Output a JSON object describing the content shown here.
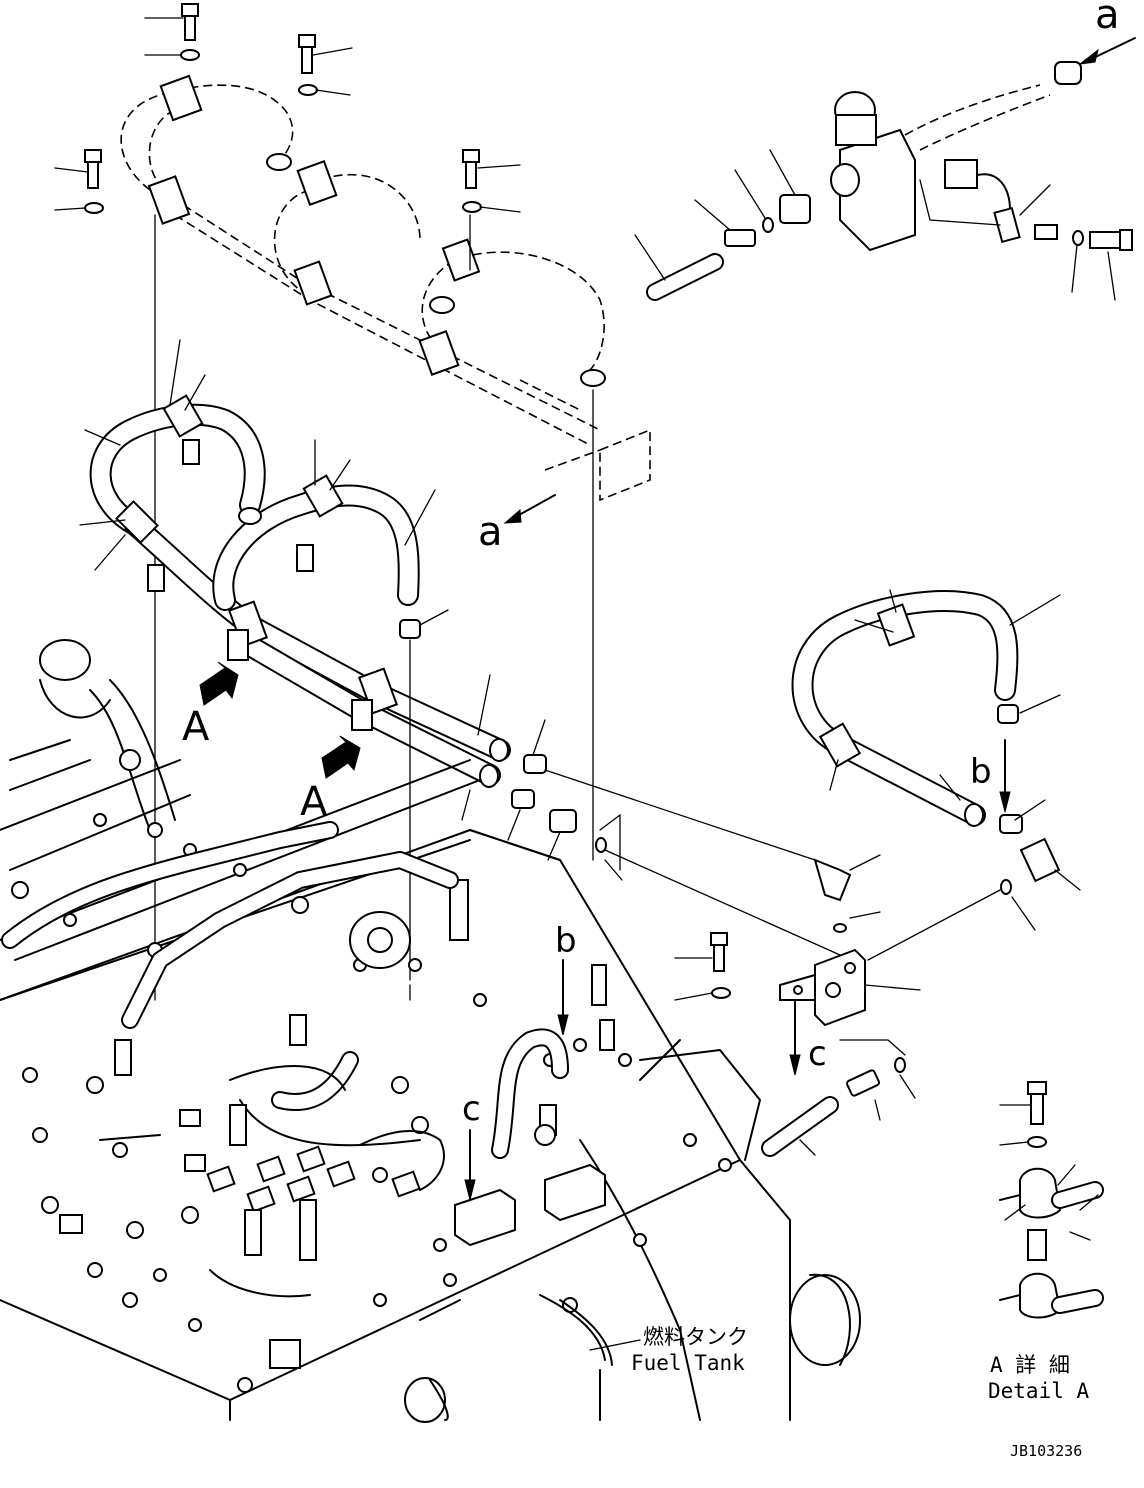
{
  "callouts": {
    "a": "a",
    "A": "A",
    "b": "b",
    "c": "c"
  },
  "labels": {
    "fuel_tank_jp": "燃料タンク",
    "fuel_tank_en": "Fuel Tank",
    "detail_a_jp": "A 詳 細",
    "detail_a_en": "Detail A"
  },
  "drawing_number": "JB103236"
}
